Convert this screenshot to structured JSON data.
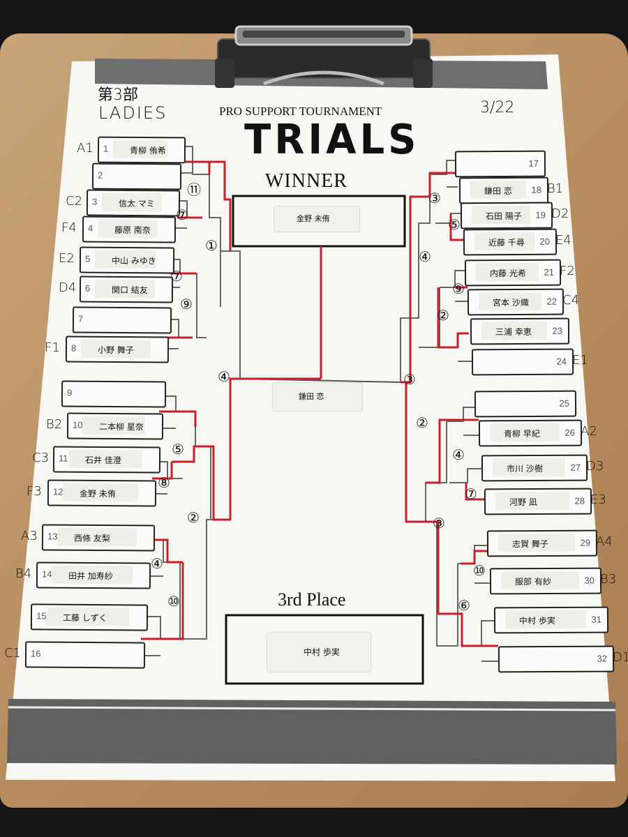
{
  "header": {
    "division": "第3部",
    "category": "LADIES",
    "subtitle": "PRO SUPPORT TOURNAMENT",
    "title": "TRIALS",
    "date": "3/22",
    "winner_label": "WINNER",
    "third_label": "3rd Place"
  },
  "results": {
    "winner": "金野 未侑",
    "finalist": "鎌田 恋",
    "third": "中村 歩実"
  },
  "players": [
    {
      "seed": "1",
      "name": "青柳 侑希",
      "group": "A1"
    },
    {
      "seed": "2",
      "name": "",
      "group": ""
    },
    {
      "seed": "3",
      "name": "信太 マミ",
      "group": "C2"
    },
    {
      "seed": "4",
      "name": "藤原 南奈",
      "group": "F4"
    },
    {
      "seed": "5",
      "name": "中山 みゆき",
      "group": "E2"
    },
    {
      "seed": "6",
      "name": "関口 結友",
      "group": "D4"
    },
    {
      "seed": "7",
      "name": "",
      "group": ""
    },
    {
      "seed": "8",
      "name": "小野 舞子",
      "group": "F1"
    },
    {
      "seed": "9",
      "name": "",
      "group": ""
    },
    {
      "seed": "10",
      "name": "二本柳 星奈",
      "group": "B2"
    },
    {
      "seed": "11",
      "name": "石井 佳澄",
      "group": "C3"
    },
    {
      "seed": "12",
      "name": "金野 未侑",
      "group": "F3"
    },
    {
      "seed": "13",
      "name": "西條 友梨",
      "group": "A3"
    },
    {
      "seed": "14",
      "name": "田井 加寿紗",
      "group": "B4"
    },
    {
      "seed": "15",
      "name": "工藤 しずく",
      "group": ""
    },
    {
      "seed": "16",
      "name": "",
      "group": "C1"
    },
    {
      "seed": "17",
      "name": "",
      "group": ""
    },
    {
      "seed": "18",
      "name": "鎌田 恋",
      "group": "B1"
    },
    {
      "seed": "19",
      "name": "石田 陽子",
      "group": "D2"
    },
    {
      "seed": "20",
      "name": "近藤 千尋",
      "group": "E4"
    },
    {
      "seed": "21",
      "name": "内藤 光希",
      "group": "F2"
    },
    {
      "seed": "22",
      "name": "宮本 沙織",
      "group": "C4"
    },
    {
      "seed": "23",
      "name": "三浦 幸恵",
      "group": ""
    },
    {
      "seed": "24",
      "name": "",
      "group": "E1"
    },
    {
      "seed": "25",
      "name": "",
      "group": ""
    },
    {
      "seed": "26",
      "name": "青柳 早紀",
      "group": "A2"
    },
    {
      "seed": "27",
      "name": "市川 沙樹",
      "group": "D3"
    },
    {
      "seed": "28",
      "name": "河野 凪",
      "group": "E3"
    },
    {
      "seed": "29",
      "name": "志賀 舞子",
      "group": "A4"
    },
    {
      "seed": "30",
      "name": "服部 有紗",
      "group": "B3"
    },
    {
      "seed": "31",
      "name": "中村 歩実",
      "group": ""
    },
    {
      "seed": "32",
      "name": "",
      "group": "D1"
    }
  ],
  "match_numbers": {
    "m1": "⑪",
    "m2": "⑦",
    "m3": "⑦",
    "m4": "⑨",
    "m5": "①",
    "m6": "⑤",
    "m7": "⑧",
    "m8": "④",
    "m9": "⑩",
    "m10": "②",
    "m11": "④",
    "m12": "③",
    "m13": "③",
    "m14": "⑤",
    "m15": "⑨",
    "m16": "②",
    "m17": "④",
    "m18": "④",
    "m19": "⑦",
    "m20": "⑩",
    "m21": "⑥",
    "m22": "③",
    "m23": "②"
  }
}
